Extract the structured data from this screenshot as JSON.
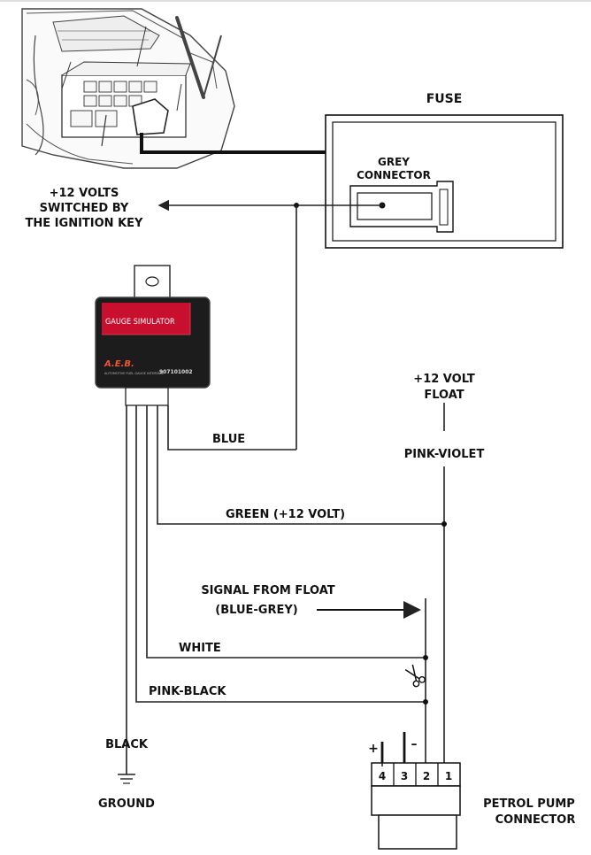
{
  "labels": {
    "fuse": "FUSE",
    "grey_connector_1": "GREY",
    "grey_connector_2": "CONNECTOR",
    "switched_1": "+12 VOLTS",
    "switched_2": "SWITCHED BY",
    "switched_3": "THE IGNITION KEY",
    "float_1": "+12 VOLT",
    "float_2": "FLOAT",
    "pink_violet": "PINK-VIOLET",
    "blue": "BLUE",
    "green": "GREEN (+12 VOLT)",
    "signal_1": "SIGNAL FROM FLOAT",
    "signal_2": "(BLUE-GREY)",
    "white": "WHITE",
    "pink_black": "PINK-BLACK",
    "black": "BLACK",
    "ground": "GROUND",
    "pump_1": "PETROL PUMP",
    "pump_2": "CONNECTOR",
    "plus": "+",
    "minus": "–",
    "pin_4": "4",
    "pin_3": "3",
    "pin_2": "2",
    "pin_1": "1"
  },
  "device": {
    "title": "GAUGE SIMULATOR",
    "brand": "A.E.B.",
    "subtitle": "AUTOMOTIVE FUEL GAUGE INTERFACE",
    "part_number": "907101002",
    "colors": {
      "top": "#c8102e",
      "bottom": "#1c1c1c"
    }
  },
  "icons": [
    "scissors-icon",
    "ground-symbol-icon",
    "arrow-icon"
  ]
}
